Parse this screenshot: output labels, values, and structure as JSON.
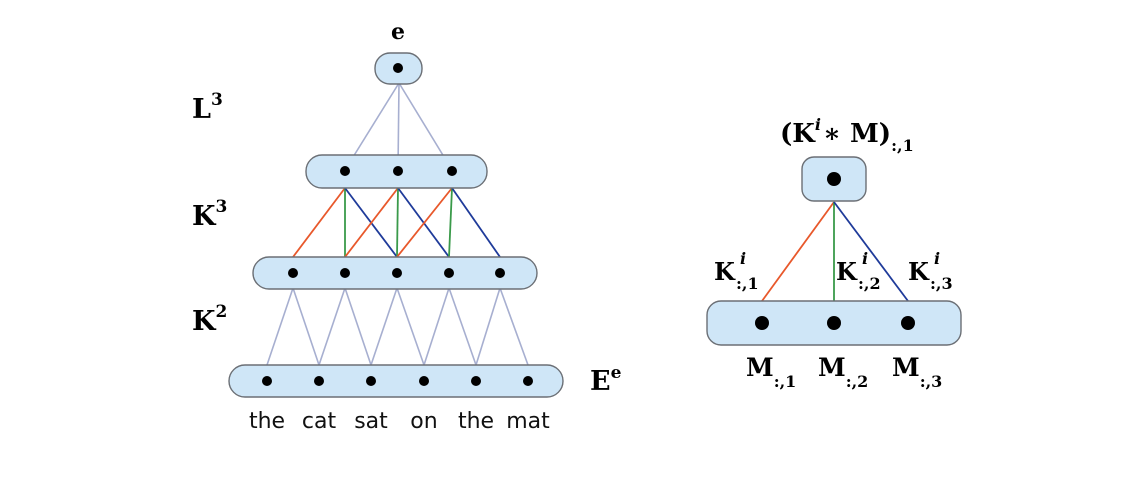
{
  "left_diagram": {
    "top_label": "e",
    "layer_labels": {
      "L": "L",
      "L_sup": "3",
      "K3": "K",
      "K3_sup": "3",
      "K2": "K",
      "K2_sup": "2"
    },
    "embedding_label": {
      "base": "E",
      "sup": "e"
    },
    "words": [
      "the",
      "cat",
      "sat",
      "on",
      "the",
      "mat"
    ],
    "layer_node_counts": [
      1,
      3,
      5,
      6
    ]
  },
  "right_diagram": {
    "top_label": {
      "open": "(K",
      "sup": "i",
      "op": "∗ M)",
      "sub": ":,1"
    },
    "kernel_labels": [
      {
        "base": "K",
        "sup": "i",
        "sub": ":,1"
      },
      {
        "base": "K",
        "sup": "i",
        "sub": ":,2"
      },
      {
        "base": "K",
        "sup": "i",
        "sub": ":,3"
      }
    ],
    "input_labels": [
      {
        "base": "M",
        "sub": ":,1"
      },
      {
        "base": "M",
        "sub": ":,2"
      },
      {
        "base": "M",
        "sub": ":,3"
      }
    ]
  },
  "colors": {
    "box_fill": "#cfe6f7",
    "box_stroke": "#6b6f75",
    "edge_gray": "#a7afd0",
    "edge_orange": "#e8582b",
    "edge_green": "#3a9a4a",
    "edge_blue": "#1f3b9a"
  }
}
